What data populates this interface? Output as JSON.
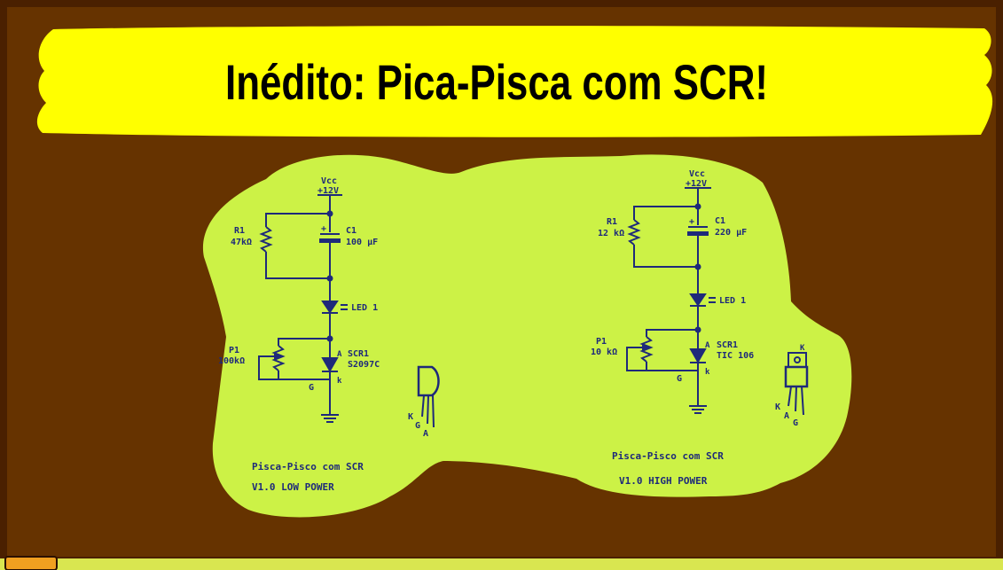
{
  "banner": {
    "title": "Inédito: Pica-Pisca com SCR!"
  },
  "colors": {
    "board": "#663300",
    "frame": "#4a2000",
    "banner": "#ffff00",
    "blob": "#ccf246",
    "ink": "#1e2a7a",
    "bottom_bar": "#d9e650"
  },
  "circuit_low": {
    "vcc": "Vcc",
    "supply": "+12V",
    "r1_name": "R1",
    "r1_value": "47kΩ",
    "c1_name": "C1",
    "c1_value": "100 μF",
    "plus": "+",
    "led": "LED 1",
    "p1_name": "P1",
    "p1_value": "100kΩ",
    "scr_name": "SCR1",
    "scr_part": "S2097C",
    "pin_a": "A",
    "pin_k": "k",
    "pin_g": "G",
    "pkg_k": "K",
    "pkg_g": "G",
    "pkg_a": "A",
    "caption_1": "Pisca-Pisco com SCR",
    "caption_2": "V1.0  LOW POWER"
  },
  "circuit_high": {
    "vcc": "Vcc",
    "supply": "+12V",
    "r1_name": "R1",
    "r1_value": "12 kΩ",
    "c1_name": "C1",
    "c1_value": "220 μF",
    "plus": "+",
    "led": "LED 1",
    "p1_name": "P1",
    "p1_value": "10 kΩ",
    "scr_name": "SCR1",
    "scr_part": "TIC 106",
    "pin_a": "A",
    "pin_k": "k",
    "pin_g": "G",
    "pkg_top_k": "K",
    "pkg_k": "K",
    "pkg_a": "A",
    "pkg_g": "G",
    "caption_1": "Pisca-Pisco com SCR",
    "caption_2": "V1.0  HIGH POWER"
  }
}
